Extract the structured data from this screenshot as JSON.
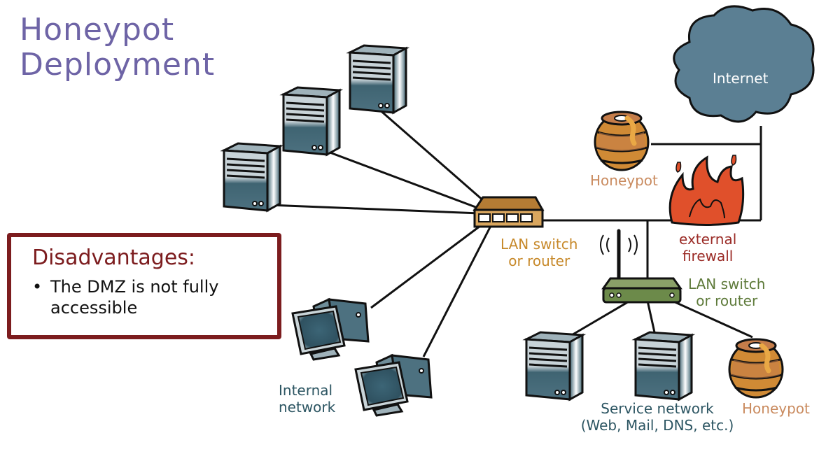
{
  "title": {
    "line1": "Honeypot",
    "line2": "Deployment"
  },
  "disadvantages": {
    "heading": "Disadvantages:",
    "items": [
      {
        "bullet": "•",
        "text": "The DMZ is not fully accessible"
      }
    ]
  },
  "nodes": {
    "internet": {
      "label": "Internet",
      "icon": "cloud-icon"
    },
    "honeypot_external": {
      "label": "Honeypot",
      "icon": "honey-pot-icon"
    },
    "firewall": {
      "label_line1": "external",
      "label_line2": "firewall",
      "icon": "fire-icon"
    },
    "lan_switch_main": {
      "label_line1": "LAN switch",
      "label_line2": "or router",
      "icon": "switch-icon"
    },
    "lan_switch_service": {
      "label_line1": "LAN switch",
      "label_line2": "or router",
      "icon": "wireless-router-icon"
    },
    "internal_network": {
      "label_line1": "Internal",
      "label_line2": "network",
      "icon": "desktop-computer-icon"
    },
    "service_network": {
      "label_line1": "Service network",
      "label_line2": "(Web, Mail, DNS, etc.)",
      "icon": "server-icon"
    },
    "honeypot_service": {
      "label": "Honeypot",
      "icon": "honey-pot-icon"
    }
  },
  "colors": {
    "title": "#6e64a6",
    "disadvantages_border": "#7c1c1e",
    "server_body": "#3f6472",
    "cloud": "#5b7f93",
    "honey": "#d08a35",
    "fire": "#e0502b",
    "switch_main": "#c8944a",
    "switch_service": "#6c8a4a"
  }
}
